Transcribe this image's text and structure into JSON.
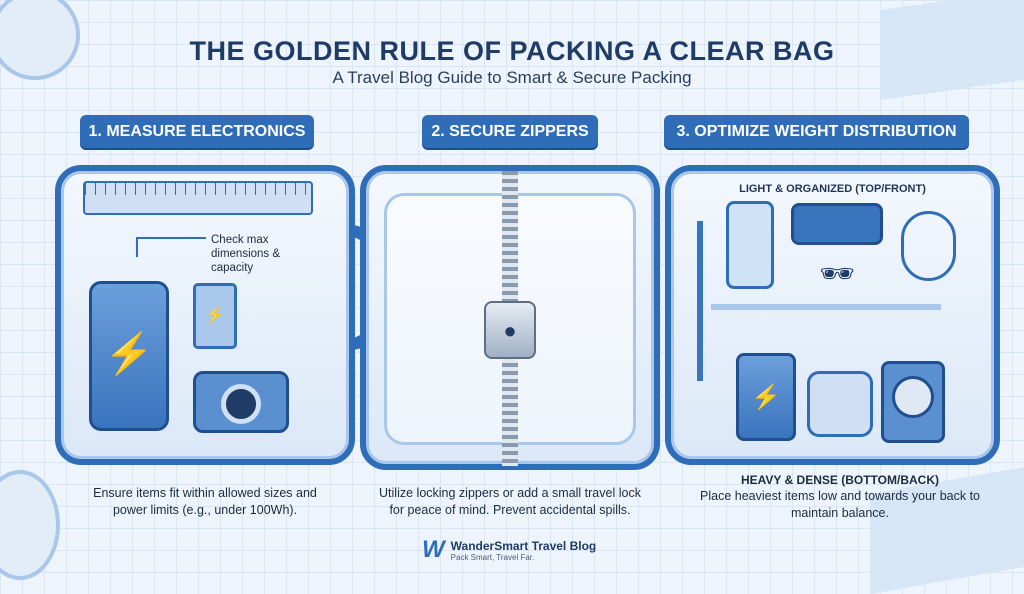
{
  "header": {
    "title": "THE GOLDEN RULE OF PACKING A CLEAR BAG",
    "subtitle": "A Travel Blog Guide to Smart & Secure Packing"
  },
  "sections": [
    {
      "label": "1. MEASURE ELECTRONICS",
      "note": "Check max dimensions & capacity",
      "caption": "Ensure items fit within allowed sizes and power limits (e.g., under 100Wh)."
    },
    {
      "label": "2. SECURE ZIPPERS",
      "caption": "Utilize locking zippers or add a small travel lock for peace of mind. Prevent accidental spills."
    },
    {
      "label": "3. OPTIMIZE WEIGHT DISTRIBUTION",
      "top_label": "LIGHT & ORGANIZED (TOP/FRONT)",
      "bottom_label": "HEAVY & DENSE (BOTTOM/BACK)",
      "caption": "Place heaviest items low and towards your back to maintain balance."
    }
  ],
  "footer": {
    "brand": "WanderSmart Travel Blog",
    "tagline": "Pack Smart, Travel Far."
  },
  "colors": {
    "primary": "#2f6db8",
    "dark": "#1f3c66"
  }
}
